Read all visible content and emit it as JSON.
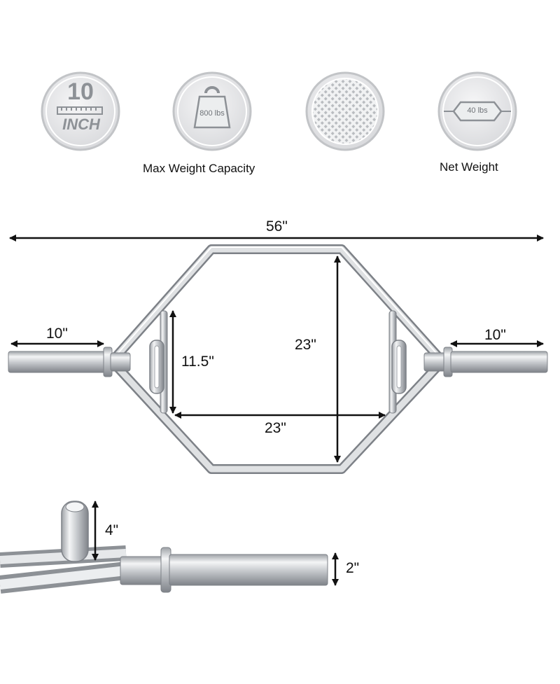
{
  "icons": {
    "size": {
      "number": "10",
      "unit": "INCH"
    },
    "capacity": {
      "badge": "800 lbs",
      "caption": "Max Weight Capacity"
    },
    "knurling": {
      "caption": ""
    },
    "net_weight": {
      "badge": "40 lbs",
      "caption": "Net Weight"
    }
  },
  "dimensions": {
    "overall_length": "56\"",
    "left_sleeve": "10\"",
    "right_sleeve": "10\"",
    "handle_height": "11.5\"",
    "inner_height": "23\"",
    "inner_width": "23\"",
    "collar_height": "4\"",
    "sleeve_diameter": "2\""
  },
  "colors": {
    "steel": "#c9ccd0",
    "steel_dark": "#8d9196",
    "icon_bg": "#e6e7e9",
    "line": "#111111"
  }
}
